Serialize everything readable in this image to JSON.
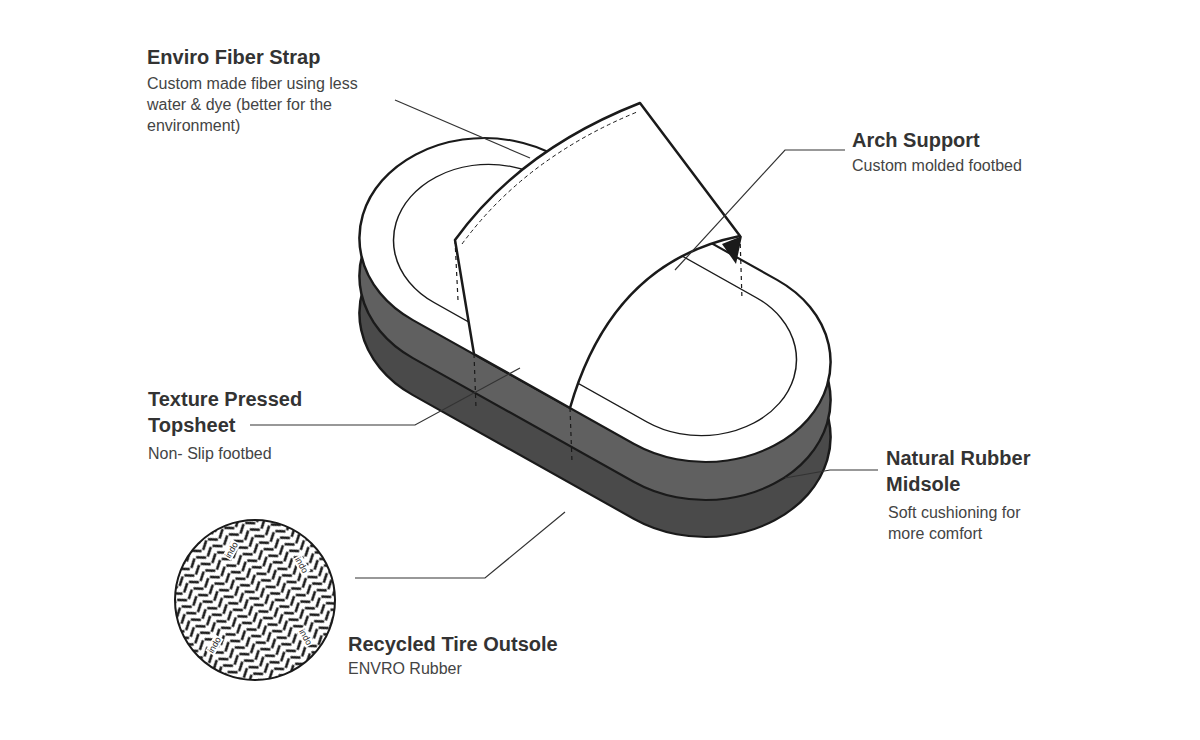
{
  "diagram": {
    "labels": [
      "Enviro Fiber Strap",
      "Custom made fiber using less water & dye (better for the environment)",
      "Arch Support",
      "Custom molded footbed",
      "Texture Pressed Topsheet",
      "Non- Slip footbed",
      "Natural Rubber Midsole",
      "Soft cushioning for more comfort",
      "Recycled Tire Outsole",
      "ENVRO Rubber",
      "indo",
      "indo",
      "indo",
      "indo"
    ]
  }
}
